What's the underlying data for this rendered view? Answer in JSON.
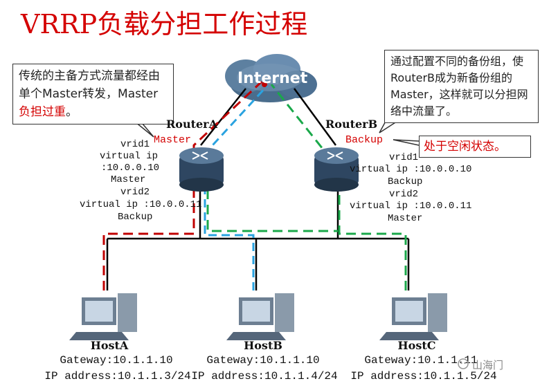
{
  "title": "VRRP负载分担工作过程",
  "notes": {
    "left": {
      "normal": "传统的主备方式流量都经由单个Master转发，Master",
      "highlight": "负担过重",
      "end": "。"
    },
    "right_top": "通过配置不同的备份组，使RouterB成为新备份组的Master，这样就可以分担网络中流量了。",
    "right_small": "处于空闲状态。"
  },
  "cloud": {
    "label": "Internet"
  },
  "routers": [
    {
      "name": "RouterA",
      "role": "Master",
      "config": [
        "vrid1",
        "virtual ip",
        ":10.0.0.10",
        "Master",
        "vrid2",
        "virtual ip :10.0.0.11",
        "Backup"
      ]
    },
    {
      "name": "RouterB",
      "role": "Backup",
      "config": [
        "vrid1",
        "virtual ip :10.0.0.10",
        "Backup",
        "vrid2",
        "virtual ip :10.0.0.11",
        "Master"
      ]
    }
  ],
  "hosts": [
    {
      "name": "HostA",
      "gateway": "Gateway:10.1.1.10",
      "ip": "IP address:10.1.1.3/24"
    },
    {
      "name": "HostB",
      "gateway": "Gateway:10.1.1.10",
      "ip": "IP address:10.1.1.4/24"
    },
    {
      "name": "HostC",
      "gateway": "Gateway:10.1.1.11",
      "ip": "IP address:10.1.1.5/24"
    }
  ],
  "watermark": "山海门",
  "colors": {
    "red": "#c00000",
    "blue": "#2aa3e0",
    "green": "#1aa84a",
    "title": "#d40000"
  }
}
